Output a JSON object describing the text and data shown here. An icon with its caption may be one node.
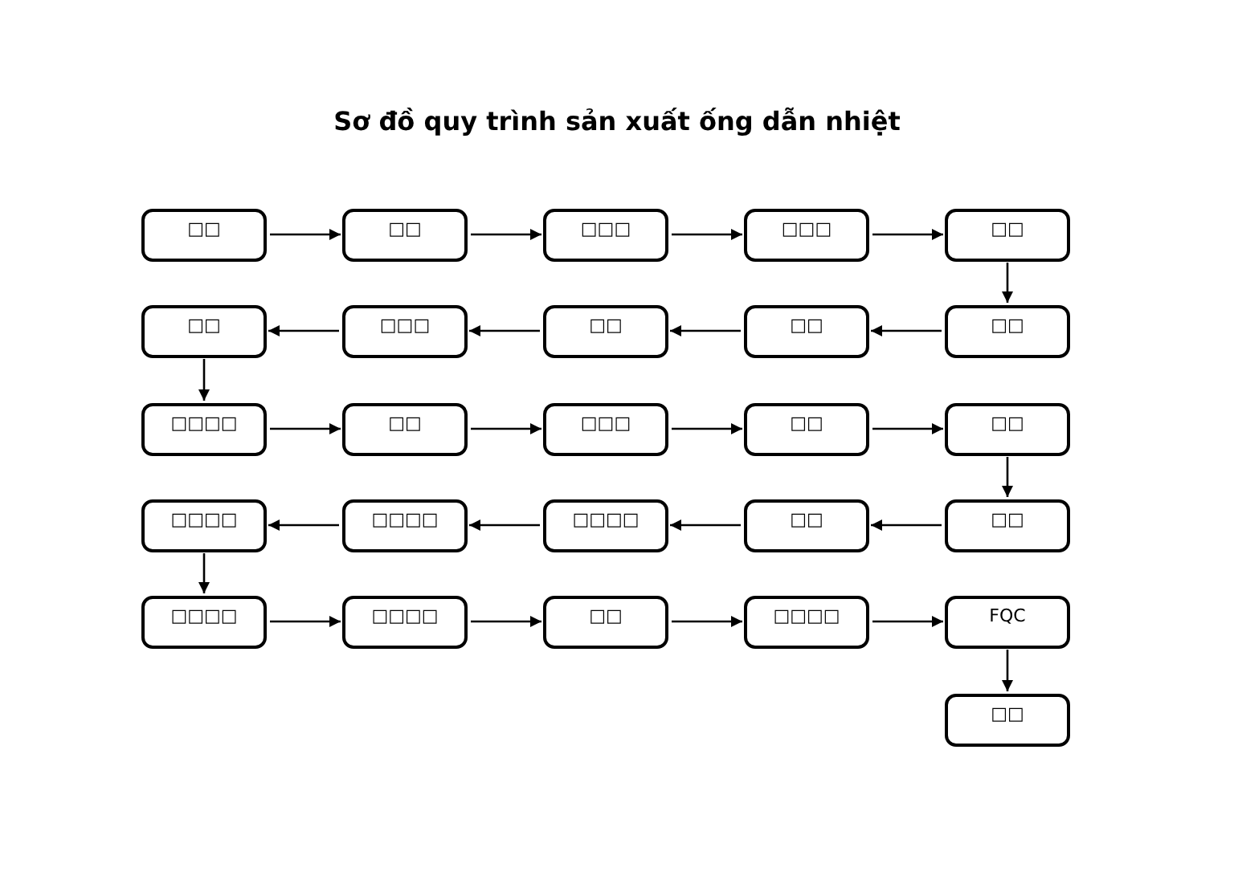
{
  "diagram": {
    "title": "Sơ đồ quy trình sản xuất ống dẫn nhiệt",
    "nodes": [
      {
        "text": [
          "□□"
        ]
      },
      {
        "text": [
          "□□"
        ]
      },
      {
        "text": [
          "□□□"
        ]
      },
      {
        "text": [
          "□□□"
        ]
      },
      {
        "text": [
          "□□"
        ]
      },
      {
        "text": [
          "□□"
        ]
      },
      {
        "text": [
          "□□"
        ]
      },
      {
        "text": [
          "□□"
        ]
      },
      {
        "text": [
          "□□□"
        ]
      },
      {
        "text": [
          "□□"
        ]
      },
      {
        "text": [
          "□□□□"
        ]
      },
      {
        "text": [
          "□□"
        ]
      },
      {
        "text": [
          "□□□"
        ]
      },
      {
        "text": [
          "□□"
        ]
      },
      {
        "text": [
          "□□"
        ]
      },
      {
        "text": [
          "□□"
        ]
      },
      {
        "text": [
          "□□"
        ]
      },
      {
        "text": [
          "□□□□"
        ]
      },
      {
        "text": [
          "□□□□"
        ]
      },
      {
        "text": [
          "□□□□"
        ]
      },
      {
        "text": [
          "□□□□"
        ]
      },
      {
        "text": [
          "□□□□"
        ]
      },
      {
        "text": [
          "□□"
        ]
      },
      {
        "text": [
          "□□□□"
        ]
      },
      {
        "text": [
          "FQC"
        ]
      },
      {
        "text": [
          "□□"
        ]
      }
    ],
    "edges": [
      {
        "from": 0,
        "to": 1,
        "arrow": "to"
      },
      {
        "from": 1,
        "to": 2,
        "arrow": "to"
      },
      {
        "from": 2,
        "to": 3,
        "arrow": "to"
      },
      {
        "from": 3,
        "to": 4,
        "arrow": "to"
      },
      {
        "from": 4,
        "to": 5,
        "arrow": "to"
      },
      {
        "from": 5,
        "to": 6,
        "arrow": "to"
      },
      {
        "from": 6,
        "to": 7,
        "arrow": "to"
      },
      {
        "from": 7,
        "to": 8,
        "arrow": "to"
      },
      {
        "from": 8,
        "to": 9,
        "arrow": "to"
      },
      {
        "from": 9,
        "to": 10,
        "arrow": "to"
      },
      {
        "from": 10,
        "to": 11,
        "arrow": "to"
      },
      {
        "from": 11,
        "to": 12,
        "arrow": "to"
      },
      {
        "from": 12,
        "to": 13,
        "arrow": "to"
      },
      {
        "from": 13,
        "to": 14,
        "arrow": "to"
      },
      {
        "from": 14,
        "to": 15,
        "arrow": "to"
      },
      {
        "from": 15,
        "to": 16,
        "arrow": "to"
      },
      {
        "from": 16,
        "to": 17,
        "arrow": "to"
      },
      {
        "from": 17,
        "to": 18,
        "arrow": "to"
      },
      {
        "from": 18,
        "to": 19,
        "arrow": "to"
      },
      {
        "from": 19,
        "to": 20,
        "arrow": "to"
      },
      {
        "from": 20,
        "to": 21,
        "arrow": "to"
      },
      {
        "from": 21,
        "to": 22,
        "arrow": "to"
      },
      {
        "from": 22,
        "to": 23,
        "arrow": "to"
      },
      {
        "from": 23,
        "to": 24,
        "arrow": "to"
      },
      {
        "from": 24,
        "to": 25,
        "arrow": "to"
      }
    ]
  }
}
